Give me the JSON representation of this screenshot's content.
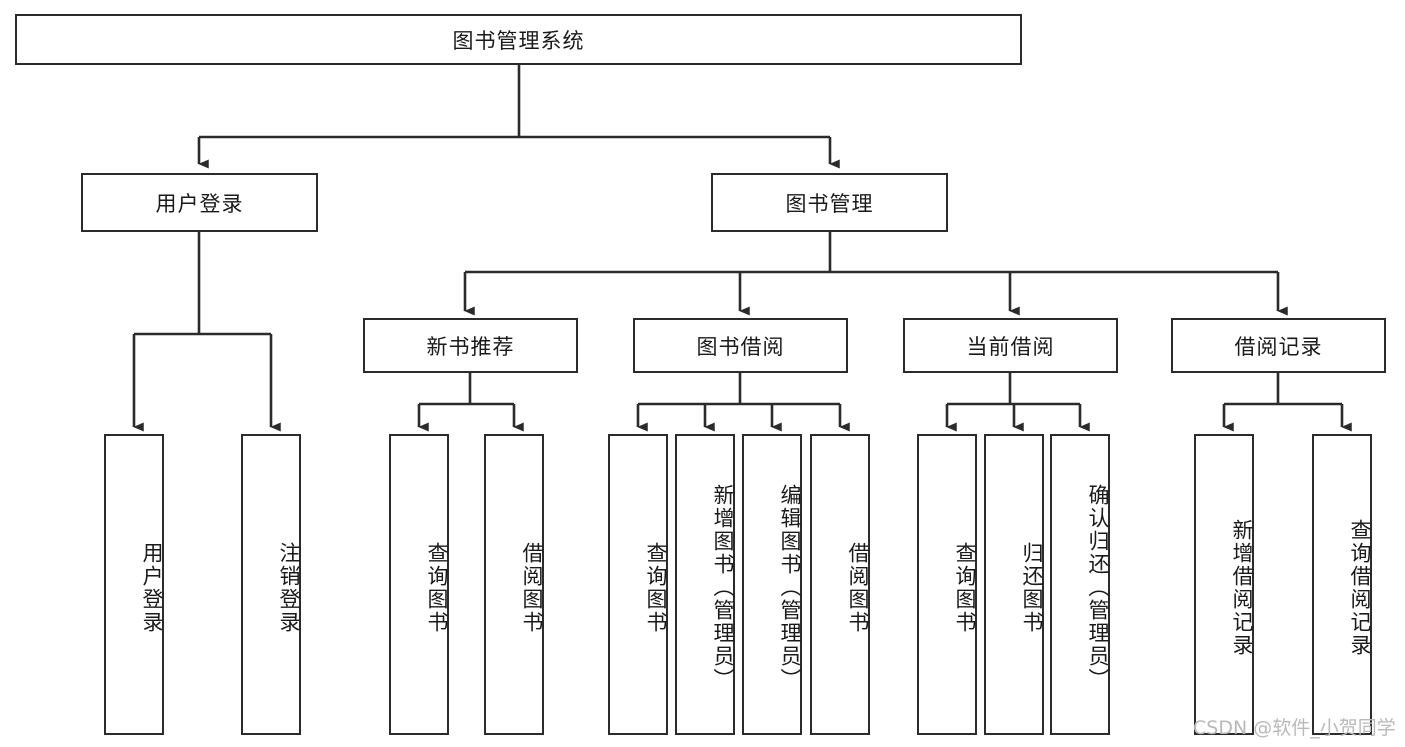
{
  "diagram": {
    "type": "tree",
    "title": "图书管理系统",
    "root": {
      "id": "root",
      "label": "图书管理系统"
    },
    "level2": [
      {
        "id": "user-login",
        "label": "用户登录"
      },
      {
        "id": "book-management",
        "label": "图书管理"
      }
    ],
    "level3": [
      {
        "id": "new-book-recommend",
        "label": "新书推荐"
      },
      {
        "id": "book-borrow",
        "label": "图书借阅"
      },
      {
        "id": "current-borrow",
        "label": "当前借阅"
      },
      {
        "id": "borrow-record",
        "label": "借阅记录"
      }
    ],
    "leaves": {
      "user_login": [
        {
          "id": "leaf-user-login",
          "label": "用户登录"
        },
        {
          "id": "leaf-logout-login",
          "label": "注销登录"
        }
      ],
      "new_book_recommend": [
        {
          "id": "leaf-query-book-1",
          "label": "查询图书"
        },
        {
          "id": "leaf-borrow-book-1",
          "label": "借阅图书"
        }
      ],
      "book_borrow": [
        {
          "id": "leaf-query-book-2",
          "label": "查询图书"
        },
        {
          "id": "leaf-add-book",
          "label": "新增图书（管理员）"
        },
        {
          "id": "leaf-edit-book",
          "label": "编辑图书（管理员）"
        },
        {
          "id": "leaf-borrow-book-2",
          "label": "借阅图书"
        }
      ],
      "current_borrow": [
        {
          "id": "leaf-query-book-3",
          "label": "查询图书"
        },
        {
          "id": "leaf-return-book",
          "label": "归还图书"
        },
        {
          "id": "leaf-confirm-return",
          "label": "确认归还（管理员）"
        }
      ],
      "borrow_record": [
        {
          "id": "leaf-add-record",
          "label": "新增借阅记录"
        },
        {
          "id": "leaf-query-record",
          "label": "查询借阅记录"
        }
      ]
    }
  },
  "watermark": {
    "text": "CSDN @软件_小贺同学"
  },
  "colors": {
    "background": "#ffffff",
    "box_border": "#2b2b2b",
    "box_fill": "#ffffff",
    "line": "#2b2b2b",
    "text": "#1a1a1a",
    "watermark": "#b9b9b9"
  }
}
